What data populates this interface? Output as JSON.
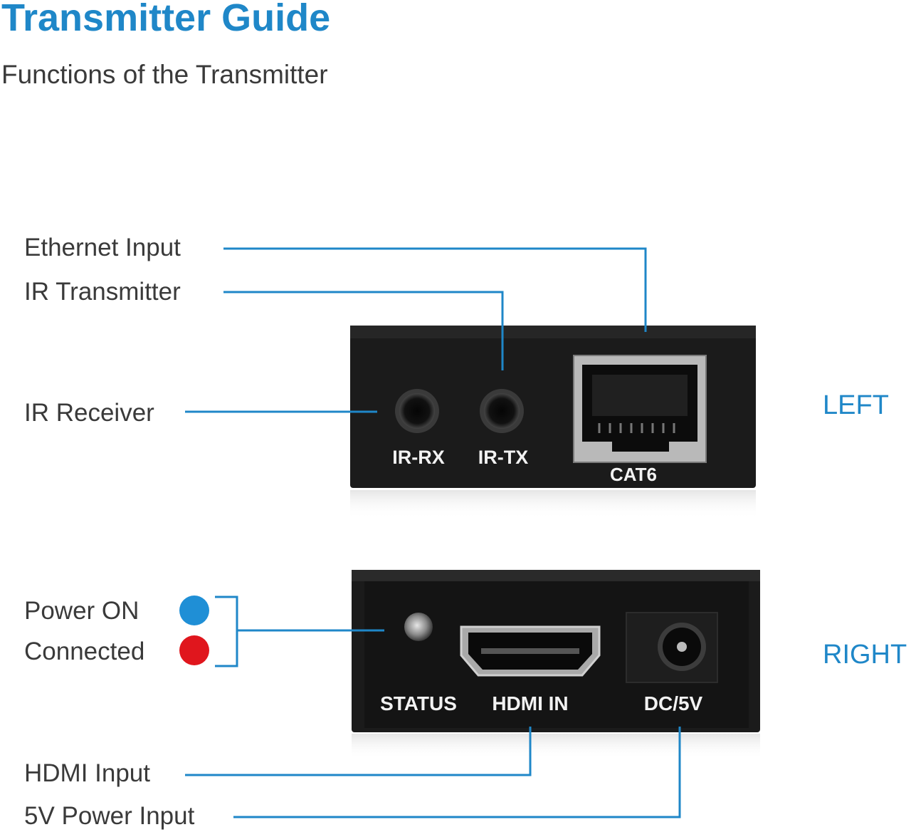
{
  "header": {
    "title": "Transmitter Guide",
    "subtitle": "Functions of the Transmitter"
  },
  "left_panel": {
    "side_label": "LEFT",
    "callouts": {
      "ethernet": "Ethernet Input",
      "ir_tx": "IR Transmitter",
      "ir_rx": "IR Receiver"
    },
    "ports": {
      "ir_rx": "IR-RX",
      "ir_tx": "IR-TX",
      "cat6": "CAT6"
    }
  },
  "right_panel": {
    "side_label": "RIGHT",
    "callouts": {
      "power_on": "Power ON",
      "connected": "Connected",
      "hdmi": "HDMI Input",
      "power_input": "5V Power Input"
    },
    "ports": {
      "status": "STATUS",
      "hdmi_in": "HDMI IN",
      "dc": "DC/5V"
    }
  },
  "colors": {
    "accent": "#1f87c8",
    "text": "#3a3a3a",
    "power_on_dot": "#1f8fd6",
    "connected_dot": "#e0161d",
    "device": "#1c1c1c"
  }
}
